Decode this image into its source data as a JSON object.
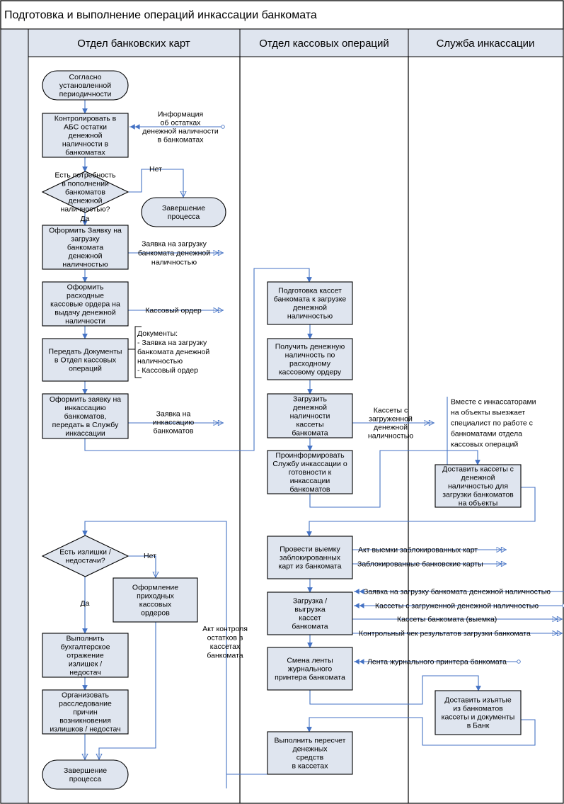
{
  "title": "Подготовка и выполнение операций инкассации банкомата",
  "lanes": [
    "Отдел банковских карт",
    "Отдел кассовых операций",
    "Служба инкассации"
  ],
  "colors": {
    "box_fill": "#dfe5ef",
    "box_stroke": "#000000",
    "arrow": "#4472c4",
    "header_fill": "#dfe5ef"
  },
  "nodes": {
    "start1": [
      "Согласно",
      "установленной",
      "периодичности"
    ],
    "control": [
      "Контролировать в",
      "АБС остатки",
      "денежной",
      "наличности в",
      "банкоматах"
    ],
    "decision1": [
      "Есть потребность",
      "в пополнении",
      "банкоматов",
      "денежной",
      "наличностью?"
    ],
    "end1": [
      "Завершение",
      "процесса"
    ],
    "zayavka": [
      "Оформить Заявку на",
      "загрузку",
      "банкомата",
      "денежной",
      "наличностью"
    ],
    "rko": [
      "Оформить",
      "расходные",
      "кассовые ордера на",
      "выдачу денежной",
      "наличности"
    ],
    "peredat": [
      "Передать Документы",
      "в Отдел кассовых",
      "операций"
    ],
    "inkass": [
      "Оформить заявку на",
      "инкассацию",
      "банкоматов,",
      "передать в Службу",
      "инкассации"
    ],
    "podgotovka": [
      "Подготовка кассет",
      "банкомата к загрузке",
      "денежной",
      "наличностью"
    ],
    "poluchit": [
      "Получить денежную",
      "наличность по",
      "расходному",
      "кассовому ордеру"
    ],
    "zagruzit": [
      "Загрузить",
      "денежной",
      "наличности",
      "кассеты",
      "банкомата"
    ],
    "proinform": [
      "Проинформировать",
      "Службу инкассации о",
      "готовности к",
      "инкассации",
      "банкоматов"
    ],
    "dostavit": [
      "Доставить кассеты с",
      "денежной",
      "наличностью для",
      "загрузки банкоматов",
      "на объекты"
    ],
    "vyemka": [
      "Провести выемку",
      "заблокированных",
      "карт из банкомата"
    ],
    "zagr_vygr": [
      "Загрузка /",
      "выгрузка",
      "кассет",
      "банкомата"
    ],
    "smena": [
      "Смена ленты",
      "журнального",
      "принтера банкомата"
    ],
    "dostavit2": [
      "Доставить изъятые",
      "из банкоматов",
      "кассеты и документы",
      "в Банк"
    ],
    "pereschet": [
      "Выполнить пересчет",
      "денежных",
      "средств",
      "в кассетах"
    ],
    "decision2": [
      "Есть излишки /",
      "недостачи?"
    ],
    "oformlenie": [
      "Оформление",
      "приходных",
      "кассовых",
      "ордеров"
    ],
    "buh": [
      "Выполнить",
      "бухгалтерское",
      "отражение",
      "излишек /",
      "недостач"
    ],
    "rassled": [
      "Организовать",
      "расследование",
      "причин",
      "возникновения",
      "излишков / недостач"
    ],
    "end2": [
      "Завершение",
      "процесса"
    ]
  },
  "labels": {
    "info": [
      "Информация",
      "об остатках",
      "денежной наличности",
      "в банкоматах"
    ],
    "net1": "Нет",
    "da1": "Да",
    "zayavka_doc": [
      "Заявка на загрузку",
      "банкомата денежной",
      "наличностью"
    ],
    "kass_order": "Кассовый ордер",
    "documents": [
      "Документы:",
      "- Заявка на загрузку",
      "банкомата денежной",
      "наличностью",
      "- Кассовый ордер"
    ],
    "zayavka_inkass": [
      "Заявка на",
      "инкассацию",
      "банкоматов"
    ],
    "kassety_zagr": [
      "Кассеты с",
      "загруженной",
      "денежной",
      "наличностью"
    ],
    "note": [
      "Вместе с инкассаторами",
      "на объекты выезжает",
      "специалист по работе с",
      "банкоматами отдела",
      "кассовых операций"
    ],
    "akt_vyemki": "Акт выемки заблокированных карт",
    "zablok_karty": "Заблокированные банковские карты",
    "in_zayavka": "Заявка на загрузку банкомата денежной наличностью",
    "in_kassety": "Кассеты с загруженной денежной наличностью",
    "out_kassety_vyemka": "Кассеты банкомата (выемка)",
    "out_check": "Контрольный чек результатов загрузки банкомата",
    "lenta": "Лента журнального принтера банкомата",
    "net2": "Нет",
    "da2": "Да",
    "akt_kontrolya": [
      "Акт контроля",
      "остатков в",
      "кассетах",
      "банкомата"
    ]
  }
}
